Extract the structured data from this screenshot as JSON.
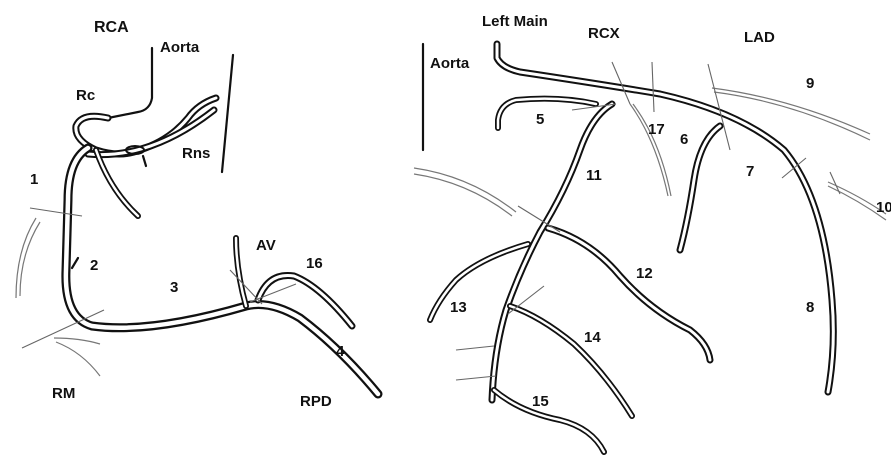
{
  "diagram": {
    "right_panel": {
      "labels": {
        "left_main": "Left Main",
        "rcx": "RCX",
        "lad": "LAD",
        "aorta": "Aorta",
        "segments": [
          "5",
          "6",
          "7",
          "8",
          "9",
          "10",
          "11",
          "12",
          "13",
          "14",
          "15",
          "17"
        ]
      }
    },
    "left_panel": {
      "labels": {
        "rca": "RCA",
        "aorta": "Aorta",
        "rc": "Rc",
        "rns": "Rns",
        "av": "AV",
        "rm": "RM",
        "rpd": "RPD",
        "segments": [
          "1",
          "2",
          "3",
          "4",
          "16"
        ]
      }
    },
    "colors": {
      "vessel": "#111111",
      "background": "#ffffff",
      "segment_divider": "#666666"
    }
  }
}
